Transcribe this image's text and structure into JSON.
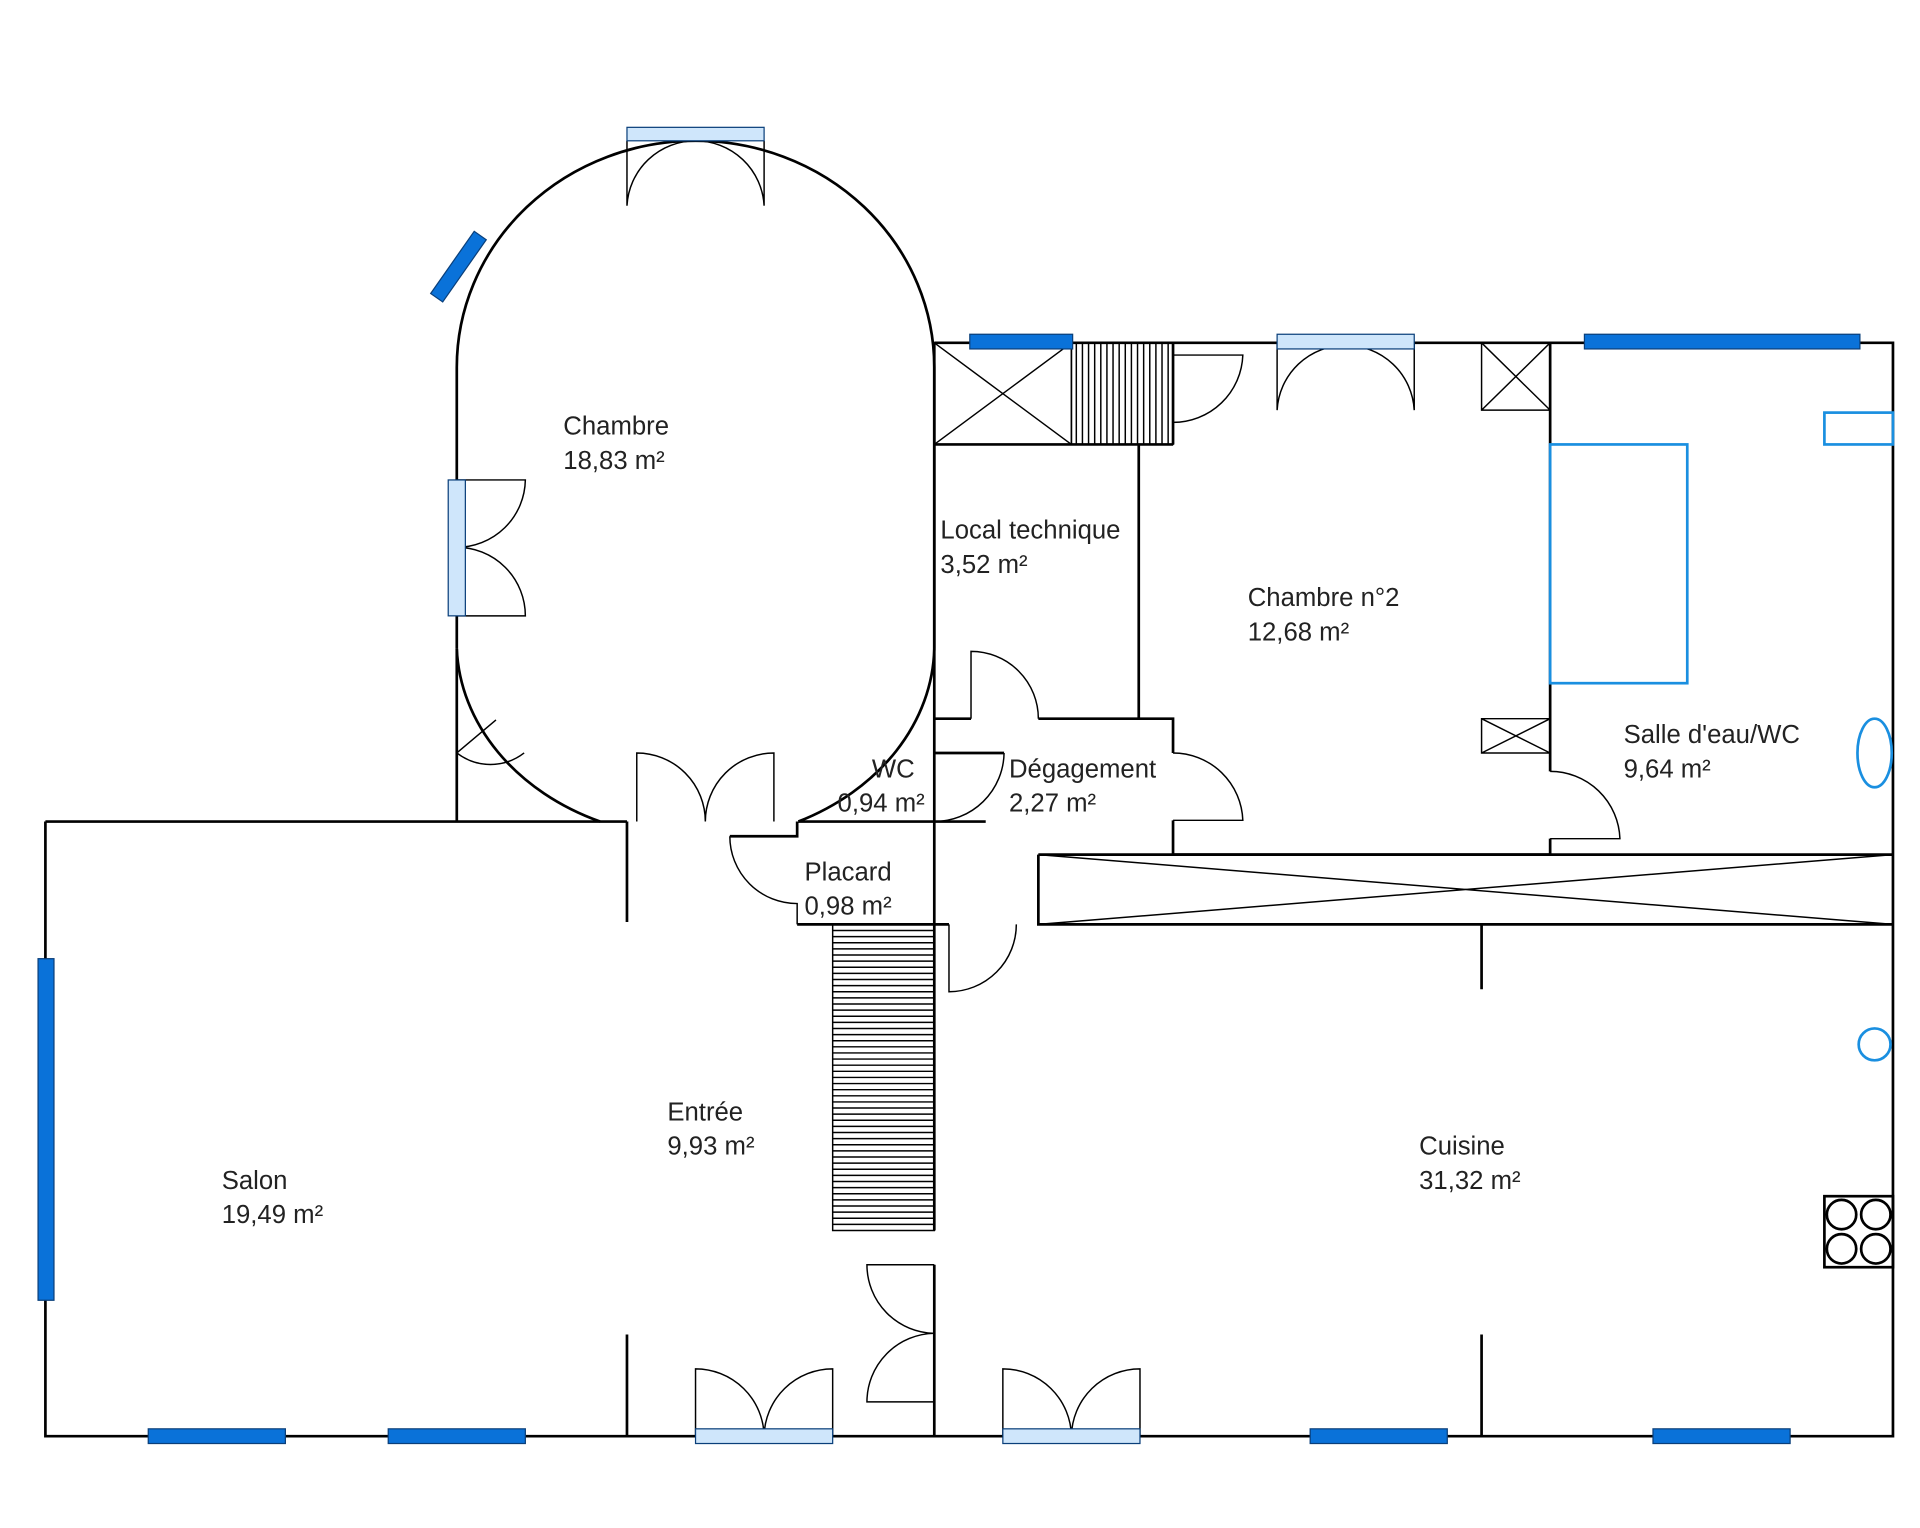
{
  "rooms": [
    {
      "name": "Chambre",
      "area": "18,83  m²"
    },
    {
      "name": "Local technique",
      "area": "3,52  m²"
    },
    {
      "name": "Chambre n°2",
      "area": "12,68  m²"
    },
    {
      "name": "Salle d'eau/WC",
      "area": "9,64  m²"
    },
    {
      "name": "WC",
      "area": "0,94  m²"
    },
    {
      "name": "Dégagement",
      "area": "2,27  m²"
    },
    {
      "name": "Placard",
      "area": "0,98  m²"
    },
    {
      "name": "Entrée",
      "area": "9,93  m²"
    },
    {
      "name": "Salon",
      "area": "19,49  m²"
    },
    {
      "name": "Cuisine",
      "area": "31,32  m²"
    }
  ],
  "colors": {
    "window": "#0a72d9",
    "fixture": "#1a8fe0",
    "wall": "#000000"
  }
}
